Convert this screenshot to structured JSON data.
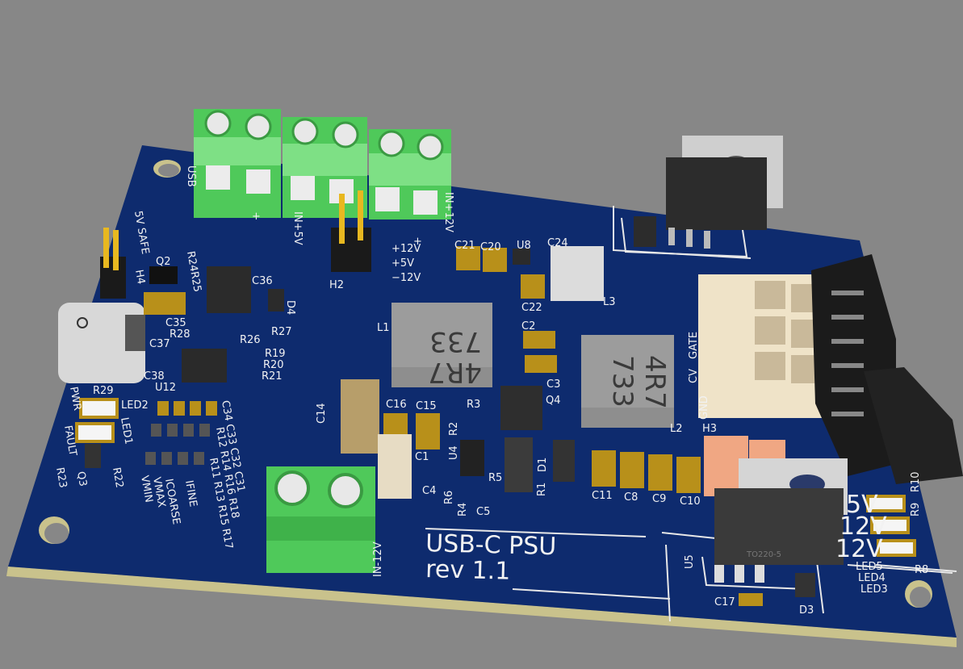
{
  "board": {
    "title": "USB-C PSU",
    "revision": "rev 1.1",
    "colors": {
      "background": "#878787",
      "solder_mask": "#0e2b6e",
      "silkscreen": "#f2f2f2",
      "board_edge": "#c9c28c",
      "terminal_green": "#4fc95a",
      "pad_gold": "#b8901a"
    }
  },
  "labels": {
    "safe5v": "5V SAFE",
    "usb": "USB",
    "plus": "+",
    "in5": "IN+5V",
    "in12": "IN+12V",
    "inm12": "IN-12V",
    "rail_p12": "+12V",
    "rail_5": "+5V",
    "rail_m12": "−12V",
    "pwr": "PWR",
    "fault": "FAULT",
    "vmin": "VMIN",
    "vmax": "VMAX",
    "icoarse": "ICOARSE",
    "ifine": "IFINE",
    "cv": "CV",
    "gate": "GATE",
    "gnd": "GND",
    "v5": "5V",
    "v12": "12V",
    "vm12": "12V"
  },
  "refdes": {
    "H2": "H2",
    "H3": "H3",
    "H4": "H4",
    "Q2": "Q2",
    "Q3": "Q3",
    "Q4": "Q4",
    "R24R25": "R24R25",
    "C36": "C36",
    "D4": "D4",
    "C35": "C35",
    "R28": "R28",
    "R27": "R27",
    "R26": "R26",
    "C37": "C37",
    "C38": "C38",
    "U12": "U12",
    "R19": "R19",
    "R20": "R20",
    "R21": "R21",
    "R29": "R29",
    "LED2": "LED2",
    "LED1": "LED1",
    "R23": "R23",
    "R22": "R22",
    "C34C33C32C31": "C34 C33 C32 C31",
    "R12R14R16R18": "R12 R14 R16 R18",
    "R11R13R15R17": "R11 R13 R15 R17",
    "C21": "C21",
    "C20": "C20",
    "U8": "U8",
    "C24": "C24",
    "C22": "C22",
    "L3": "L3",
    "L1": "L1",
    "L2": "L2",
    "C2": "C2",
    "C3": "C3",
    "C14": "C14",
    "C16": "C16",
    "C15": "C15",
    "R3": "R3",
    "R2": "R2",
    "U4": "U4",
    "C1": "C1",
    "C4": "C4",
    "R6": "R6",
    "R4": "R4",
    "C5": "C5",
    "R5": "R5",
    "R1": "R1",
    "D1": "D1",
    "C11": "C11",
    "C8": "C8",
    "C9": "C9",
    "C10": "C10",
    "U5": "U5",
    "C17": "C17",
    "D3": "D3",
    "LED5": "LED5",
    "LED4": "LED4",
    "LED3": "LED3",
    "R8": "R8",
    "R9": "R9",
    "R10": "R10"
  },
  "inductor_marking": {
    "value": "4R7",
    "code": "733"
  },
  "package_label": "TO220-5"
}
